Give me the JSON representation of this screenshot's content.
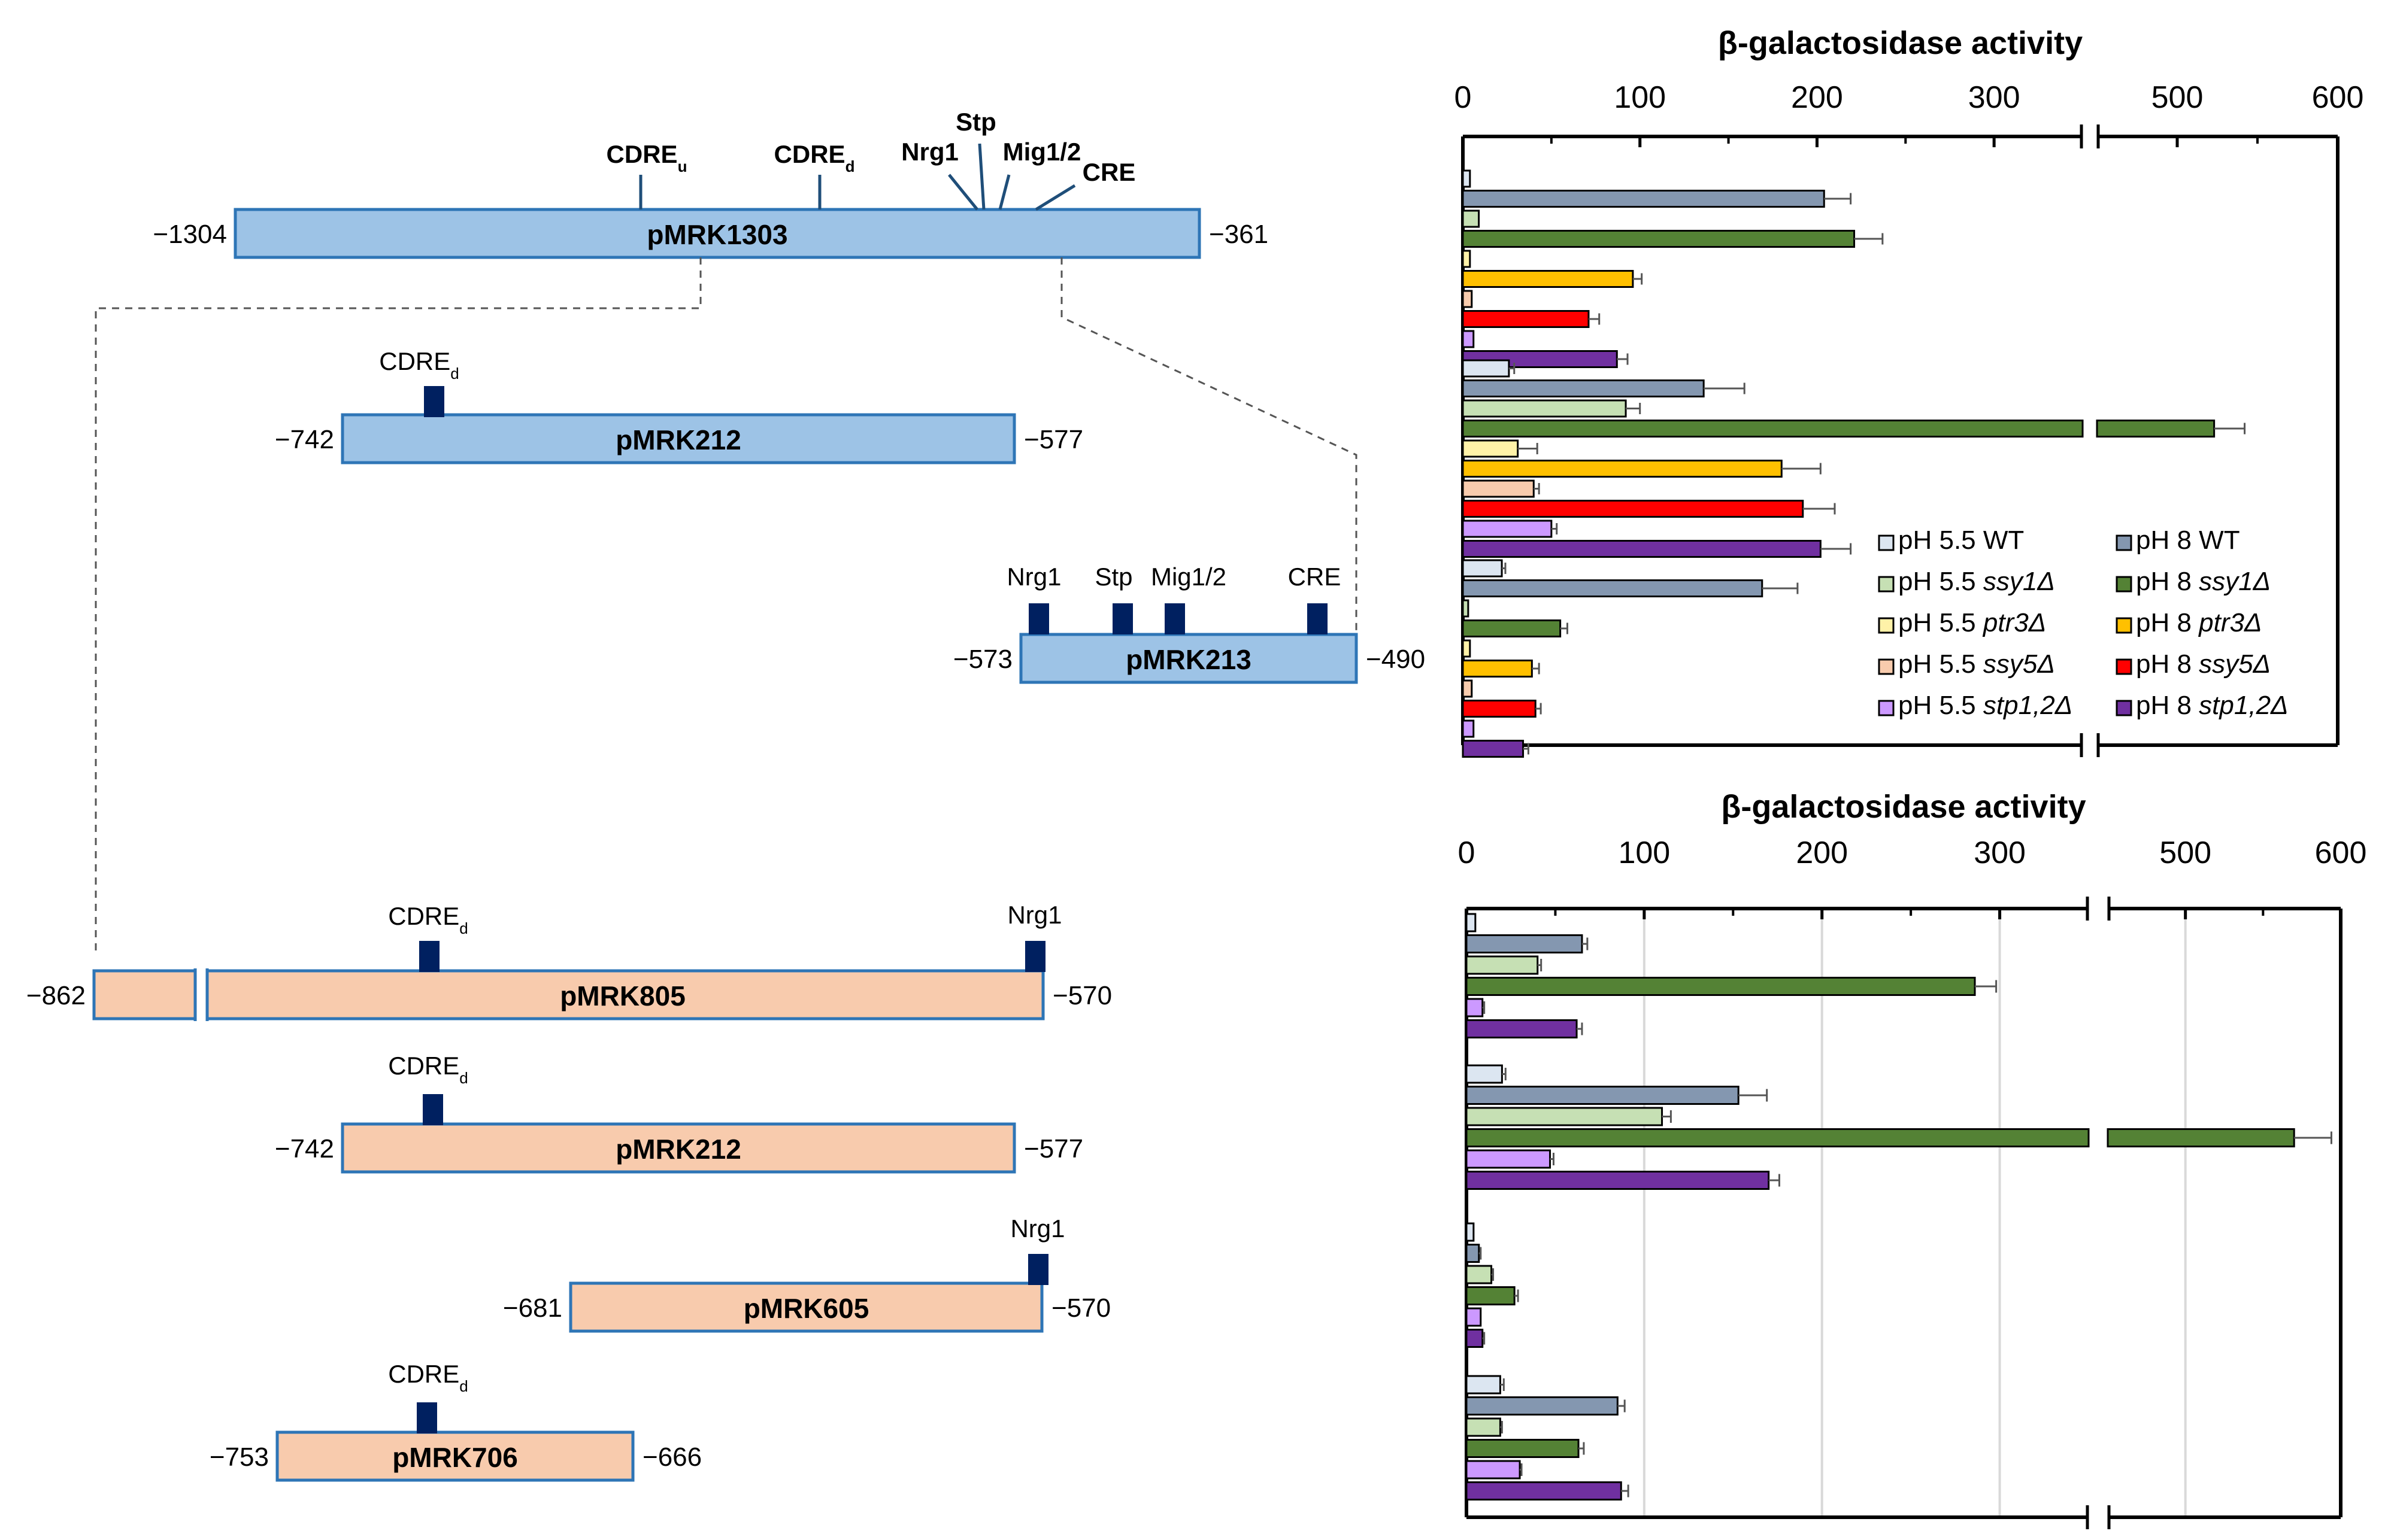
{
  "figure": {
    "promoter_maps": {
      "full_construct": {
        "label": "pMRK1303",
        "start": "−1304",
        "end": "−361",
        "sites": [
          {
            "name": "cdre-u",
            "text": "CDRE",
            "sub": "u"
          },
          {
            "name": "cdre-d",
            "text": "CDRE",
            "sub": "d"
          },
          {
            "name": "nrg1",
            "text": "Nrg1"
          },
          {
            "name": "stp",
            "text": "Stp"
          },
          {
            "name": "mig12",
            "text": "Mig1/2"
          },
          {
            "name": "cre",
            "text": "CRE"
          }
        ]
      },
      "blue_constructs": [
        {
          "label": "pMRK212",
          "start": "−742",
          "end": "−577",
          "sites": [
            {
              "name": "cdre-d",
              "text": "CDRE",
              "sub": "d"
            }
          ]
        },
        {
          "label": "pMRK213",
          "start": "−573",
          "end": "−490",
          "sites": [
            {
              "name": "nrg1",
              "text": "Nrg1"
            },
            {
              "name": "stp",
              "text": "Stp"
            },
            {
              "name": "mig12",
              "text": "Mig1/2"
            },
            {
              "name": "cre",
              "text": "CRE"
            }
          ]
        }
      ],
      "orange_constructs": [
        {
          "label": "pMRK805",
          "start": "−862",
          "end": "−570",
          "sites": [
            {
              "name": "cdre-d",
              "text": "CDRE",
              "sub": "d"
            },
            {
              "name": "nrg1",
              "text": "Nrg1"
            }
          ]
        },
        {
          "label": "pMRK212",
          "start": "−742",
          "end": "−577",
          "sites": [
            {
              "name": "cdre-d",
              "text": "CDRE",
              "sub": "d"
            }
          ]
        },
        {
          "label": "pMRK605",
          "start": "−681",
          "end": "−570",
          "sites": [
            {
              "name": "nrg1",
              "text": "Nrg1"
            }
          ]
        },
        {
          "label": "pMRK706",
          "start": "−753",
          "end": "−666",
          "sites": [
            {
              "name": "cdre-d",
              "text": "CDRE",
              "sub": "d"
            }
          ]
        }
      ]
    },
    "legend": [
      {
        "key": "wt55",
        "prefix": "pH 5.5",
        "genotype": "WT",
        "italic": false,
        "color": "#dce6f1"
      },
      {
        "key": "wt8",
        "prefix": "pH 8",
        "genotype": "WT",
        "italic": false,
        "color": "#8497b0"
      },
      {
        "key": "ssy155",
        "prefix": "pH 5.5",
        "genotype": "ssy1Δ",
        "italic": true,
        "color": "#c6e0b4"
      },
      {
        "key": "ssy18",
        "prefix": "pH 8",
        "genotype": "ssy1Δ",
        "italic": true,
        "color": "#548235"
      },
      {
        "key": "ptr355",
        "prefix": "pH 5.5",
        "genotype": "ptr3Δ",
        "italic": true,
        "color": "#fff2a8"
      },
      {
        "key": "ptr38",
        "prefix": "pH 8",
        "genotype": "ptr3Δ",
        "italic": true,
        "color": "#ffc000"
      },
      {
        "key": "ssy555",
        "prefix": "pH 5.5",
        "genotype": "ssy5Δ",
        "italic": true,
        "color": "#f8cbad"
      },
      {
        "key": "ssy58",
        "prefix": "pH 8",
        "genotype": "ssy5Δ",
        "italic": true,
        "color": "#ff0000"
      },
      {
        "key": "stp55",
        "prefix": "pH 5.5",
        "genotype": "stp1,2Δ",
        "italic": true,
        "color": "#cc99ff"
      },
      {
        "key": "stp8",
        "prefix": "pH 8",
        "genotype": "stp1,2Δ",
        "italic": true,
        "color": "#7030a0"
      }
    ]
  },
  "chart_data": [
    {
      "type": "bar",
      "orientation": "horizontal",
      "title": "β-galactosidase activity",
      "x_axis_position": "top",
      "axis_break": [
        350,
        450
      ],
      "xlim": [
        0,
        600
      ],
      "xticks": [
        "0",
        "100",
        "200",
        "300",
        "500",
        "600"
      ],
      "xtick_values": [
        0,
        100,
        200,
        300,
        500,
        600
      ],
      "grid": false,
      "legend_position": "bottom-right",
      "groups": [
        {
          "construct": "pMRK1303",
          "bars": [
            {
              "key": "wt55",
              "value": 4,
              "error": 0
            },
            {
              "key": "wt8",
              "value": 204,
              "error": 15
            },
            {
              "key": "ssy155",
              "value": 9,
              "error": 0
            },
            {
              "key": "ssy18",
              "value": 221,
              "error": 16
            },
            {
              "key": "ptr355",
              "value": 4,
              "error": 0
            },
            {
              "key": "ptr38",
              "value": 96,
              "error": 5
            },
            {
              "key": "ssy555",
              "value": 5,
              "error": 0
            },
            {
              "key": "ssy58",
              "value": 71,
              "error": 6
            },
            {
              "key": "stp55",
              "value": 6,
              "error": 0
            },
            {
              "key": "stp8",
              "value": 87,
              "error": 6
            }
          ]
        },
        {
          "construct": "pMRK212",
          "bars": [
            {
              "key": "wt55",
              "value": 26,
              "error": 3
            },
            {
              "key": "wt8",
              "value": 136,
              "error": 23
            },
            {
              "key": "ssy155",
              "value": 92,
              "error": 8
            },
            {
              "key": "ssy18",
              "value": 523,
              "error": 19
            },
            {
              "key": "ptr355",
              "value": 31,
              "error": 11
            },
            {
              "key": "ptr38",
              "value": 180,
              "error": 22
            },
            {
              "key": "ssy555",
              "value": 40,
              "error": 3
            },
            {
              "key": "ssy58",
              "value": 192,
              "error": 18
            },
            {
              "key": "stp55",
              "value": 50,
              "error": 3
            },
            {
              "key": "stp8",
              "value": 202,
              "error": 17
            }
          ]
        },
        {
          "construct": "pMRK213",
          "bars": [
            {
              "key": "wt55",
              "value": 22,
              "error": 2
            },
            {
              "key": "wt8",
              "value": 169,
              "error": 20
            },
            {
              "key": "ssy155",
              "value": 3,
              "error": 0
            },
            {
              "key": "ssy18",
              "value": 55,
              "error": 4
            },
            {
              "key": "ptr355",
              "value": 4,
              "error": 0
            },
            {
              "key": "ptr38",
              "value": 39,
              "error": 4
            },
            {
              "key": "ssy555",
              "value": 5,
              "error": 0
            },
            {
              "key": "ssy58",
              "value": 41,
              "error": 3
            },
            {
              "key": "stp55",
              "value": 6,
              "error": 0
            },
            {
              "key": "stp8",
              "value": 34,
              "error": 3
            }
          ]
        }
      ]
    },
    {
      "type": "bar",
      "orientation": "horizontal",
      "title": "β-galactosidase activity",
      "x_axis_position": "top",
      "axis_break": [
        350,
        450
      ],
      "xlim": [
        0,
        600
      ],
      "xticks": [
        "0",
        "100",
        "200",
        "300",
        "500",
        "600"
      ],
      "xtick_values": [
        0,
        100,
        200,
        300,
        500,
        600
      ],
      "grid": true,
      "legend_position": "shared with top chart",
      "groups": [
        {
          "construct": "pMRK805",
          "bars": [
            {
              "key": "wt55",
              "value": 5,
              "error": 0
            },
            {
              "key": "wt8",
              "value": 65,
              "error": 3
            },
            {
              "key": "ssy155",
              "value": 40,
              "error": 2
            },
            {
              "key": "ssy18",
              "value": 286,
              "error": 12
            },
            {
              "key": "stp55",
              "value": 9,
              "error": 1
            },
            {
              "key": "stp8",
              "value": 62,
              "error": 3
            }
          ]
        },
        {
          "construct": "pMRK212",
          "bars": [
            {
              "key": "wt55",
              "value": 20,
              "error": 2
            },
            {
              "key": "wt8",
              "value": 153,
              "error": 16
            },
            {
              "key": "ssy155",
              "value": 110,
              "error": 5
            },
            {
              "key": "ssy18",
              "value": 570,
              "error": 24
            },
            {
              "key": "stp55",
              "value": 47,
              "error": 2
            },
            {
              "key": "stp8",
              "value": 170,
              "error": 6
            }
          ]
        },
        {
          "construct": "pMRK605",
          "bars": [
            {
              "key": "wt55",
              "value": 4,
              "error": 0
            },
            {
              "key": "wt8",
              "value": 7,
              "error": 1
            },
            {
              "key": "ssy155",
              "value": 14,
              "error": 1
            },
            {
              "key": "ssy18",
              "value": 27,
              "error": 2
            },
            {
              "key": "stp55",
              "value": 8,
              "error": 0
            },
            {
              "key": "stp8",
              "value": 9,
              "error": 1
            }
          ]
        },
        {
          "construct": "pMRK706",
          "bars": [
            {
              "key": "wt55",
              "value": 19,
              "error": 2
            },
            {
              "key": "wt8",
              "value": 85,
              "error": 4
            },
            {
              "key": "ssy155",
              "value": 19,
              "error": 1
            },
            {
              "key": "ssy18",
              "value": 63,
              "error": 3
            },
            {
              "key": "stp55",
              "value": 30,
              "error": 1
            },
            {
              "key": "stp8",
              "value": 87,
              "error": 4
            }
          ]
        }
      ]
    }
  ]
}
